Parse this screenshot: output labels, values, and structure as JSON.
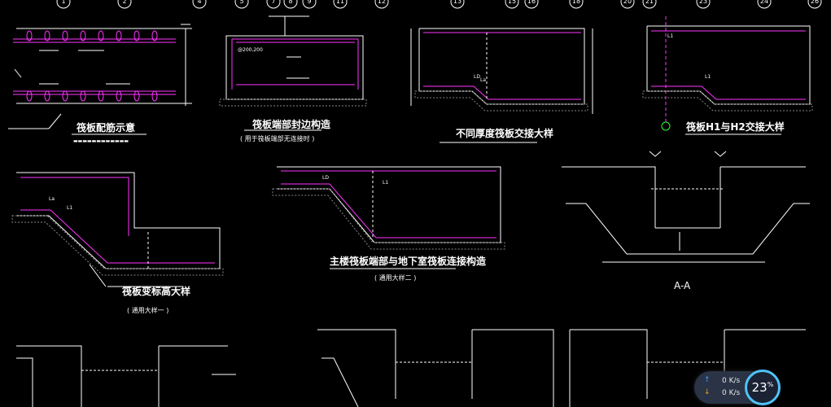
{
  "axis_labels": [
    "1",
    "2",
    "4",
    "5",
    "7",
    "8",
    "9",
    "11",
    "12",
    "13",
    "15",
    "16",
    "18",
    "20",
    "21",
    "23",
    "24",
    "26"
  ],
  "titles": {
    "raft_rebar": "筏板配筋示意",
    "raft_edge": "筏板端部封边构造",
    "raft_edge_sub": "( 用于筏板端部无连接时 )",
    "thickness_change": "不同厚度筏板交接大样",
    "h1_h2": "筏板H1与H2交接大样",
    "elevation_change": "筏板变标高大样",
    "elevation_change_sub": "( 通用大样一 )",
    "main_tower": "主楼筏板端部与地下室筏板连接构造",
    "main_tower_sub": "( 通用大样二 )",
    "section_aa": "A-A"
  },
  "dims": {
    "d_spacing": "@200,200",
    "la": "La",
    "l1": "L1",
    "ld": "LD"
  },
  "network": {
    "up": "0 K/s",
    "down": "0 K/s",
    "percent": "23",
    "percent_unit": "%"
  },
  "colors": {
    "background": "#000000",
    "line": "#ffffff",
    "rebar": "#ff33ff",
    "concrete": "#888888"
  }
}
